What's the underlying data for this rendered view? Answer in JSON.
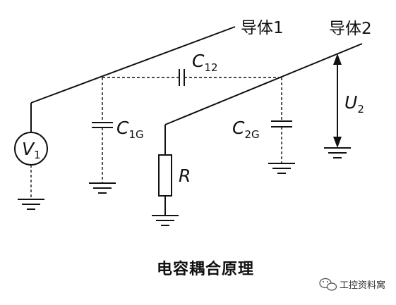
{
  "labels": {
    "conductor1": "导体1",
    "conductor2": "导体2",
    "c12": {
      "sym": "C",
      "sub": "12"
    },
    "c1g": {
      "sym": "C",
      "sub": "1G"
    },
    "c2g": {
      "sym": "C",
      "sub": "2G"
    },
    "u2": {
      "sym": "U",
      "sub": "2"
    },
    "v1": {
      "sym": "V",
      "sub": "1"
    },
    "r": "R"
  },
  "caption": "电容耦合原理",
  "watermark": "工控资料窝"
}
